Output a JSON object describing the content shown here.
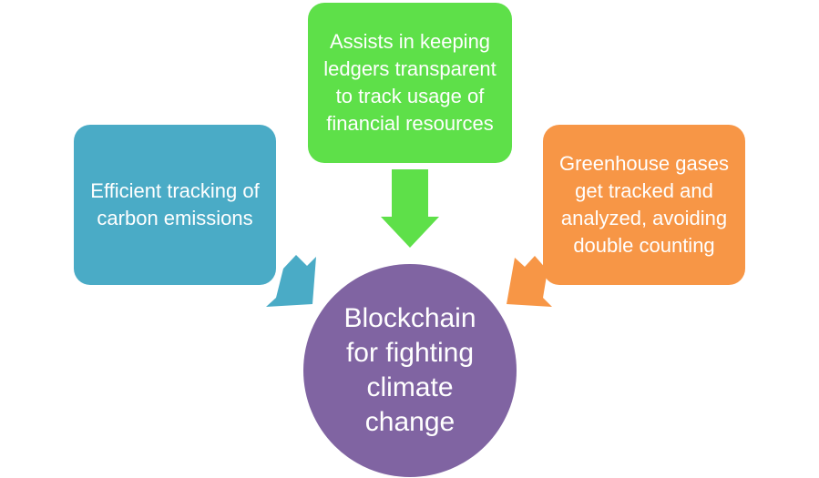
{
  "diagram": {
    "center": {
      "text": "Blockchain for fighting climate change",
      "color": "#8064a2"
    },
    "top_box": {
      "text": "Assists in keeping ledgers transparent to track usage of financial resources",
      "color": "#5ee049"
    },
    "left_box": {
      "text": "Efficient tracking of carbon emissions",
      "color": "#4aabc6"
    },
    "right_box": {
      "text": "Greenhouse gases get tracked and analyzed, avoiding double counting",
      "color": "#f79646"
    }
  }
}
